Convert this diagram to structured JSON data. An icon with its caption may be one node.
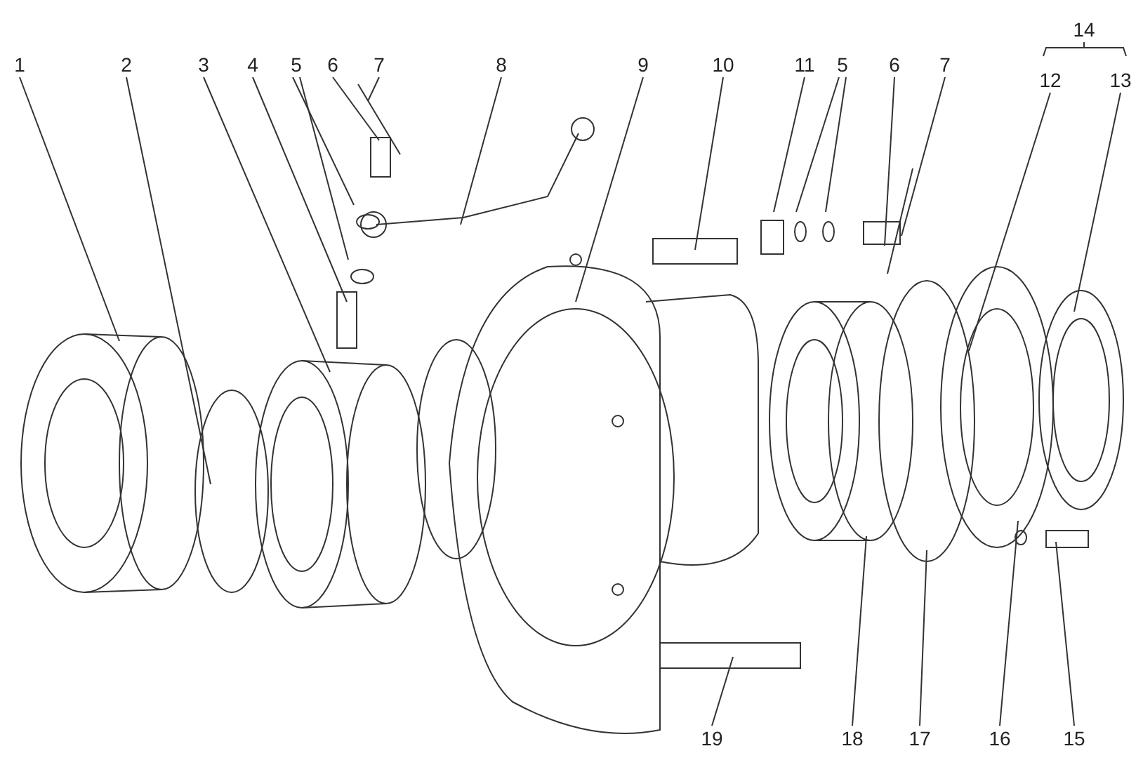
{
  "diagram": {
    "nodes": [
      {
        "text": [
          "1"
        ]
      },
      {
        "text": [
          "2"
        ]
      },
      {
        "text": [
          "3"
        ]
      },
      {
        "text": [
          "4"
        ]
      },
      {
        "text": [
          "5"
        ]
      },
      {
        "text": [
          "6"
        ]
      },
      {
        "text": [
          "7"
        ]
      },
      {
        "text": [
          "8"
        ]
      },
      {
        "text": [
          "9"
        ]
      },
      {
        "text": [
          "10"
        ]
      },
      {
        "text": [
          "11"
        ]
      },
      {
        "text": [
          "5"
        ]
      },
      {
        "text": [
          "6"
        ]
      },
      {
        "text": [
          "7"
        ]
      },
      {
        "text": [
          "12"
        ]
      },
      {
        "text": [
          "13"
        ]
      },
      {
        "text": [
          "19"
        ]
      },
      {
        "text": [
          "18"
        ]
      },
      {
        "text": [
          "17"
        ]
      },
      {
        "text": [
          "16"
        ]
      },
      {
        "text": [
          "15"
        ]
      }
    ],
    "edges": [
      {
        "from": 0,
        "to": null,
        "arrow": "none"
      },
      {
        "from": 1,
        "to": null,
        "arrow": "none"
      },
      {
        "from": 2,
        "to": null,
        "arrow": "none"
      },
      {
        "from": 3,
        "to": null,
        "arrow": "none"
      },
      {
        "from": 4,
        "to": null,
        "arrow": "none"
      },
      {
        "from": 4,
        "to": null,
        "arrow": "none"
      },
      {
        "from": 5,
        "to": null,
        "arrow": "none"
      },
      {
        "from": 6,
        "to": null,
        "arrow": "none"
      },
      {
        "from": 7,
        "to": null,
        "arrow": "none"
      },
      {
        "from": 8,
        "to": null,
        "arrow": "none"
      },
      {
        "from": 9,
        "to": null,
        "arrow": "none"
      },
      {
        "from": 10,
        "to": null,
        "arrow": "none"
      },
      {
        "from": 11,
        "to": null,
        "arrow": "none"
      },
      {
        "from": 11,
        "to": null,
        "arrow": "none"
      },
      {
        "from": 12,
        "to": null,
        "arrow": "none"
      },
      {
        "from": 13,
        "to": null,
        "arrow": "none"
      },
      {
        "from": 14,
        "to": null,
        "arrow": "none"
      },
      {
        "from": 15,
        "to": null,
        "arrow": "none"
      },
      {
        "from": 16,
        "to": null,
        "arrow": "none"
      },
      {
        "from": 17,
        "to": null,
        "arrow": "none"
      },
      {
        "from": 18,
        "to": null,
        "arrow": "none"
      },
      {
        "from": 19,
        "to": null,
        "arrow": "none"
      },
      {
        "from": 20,
        "to": null,
        "arrow": "none"
      }
    ],
    "labels": [
      "14"
    ]
  }
}
